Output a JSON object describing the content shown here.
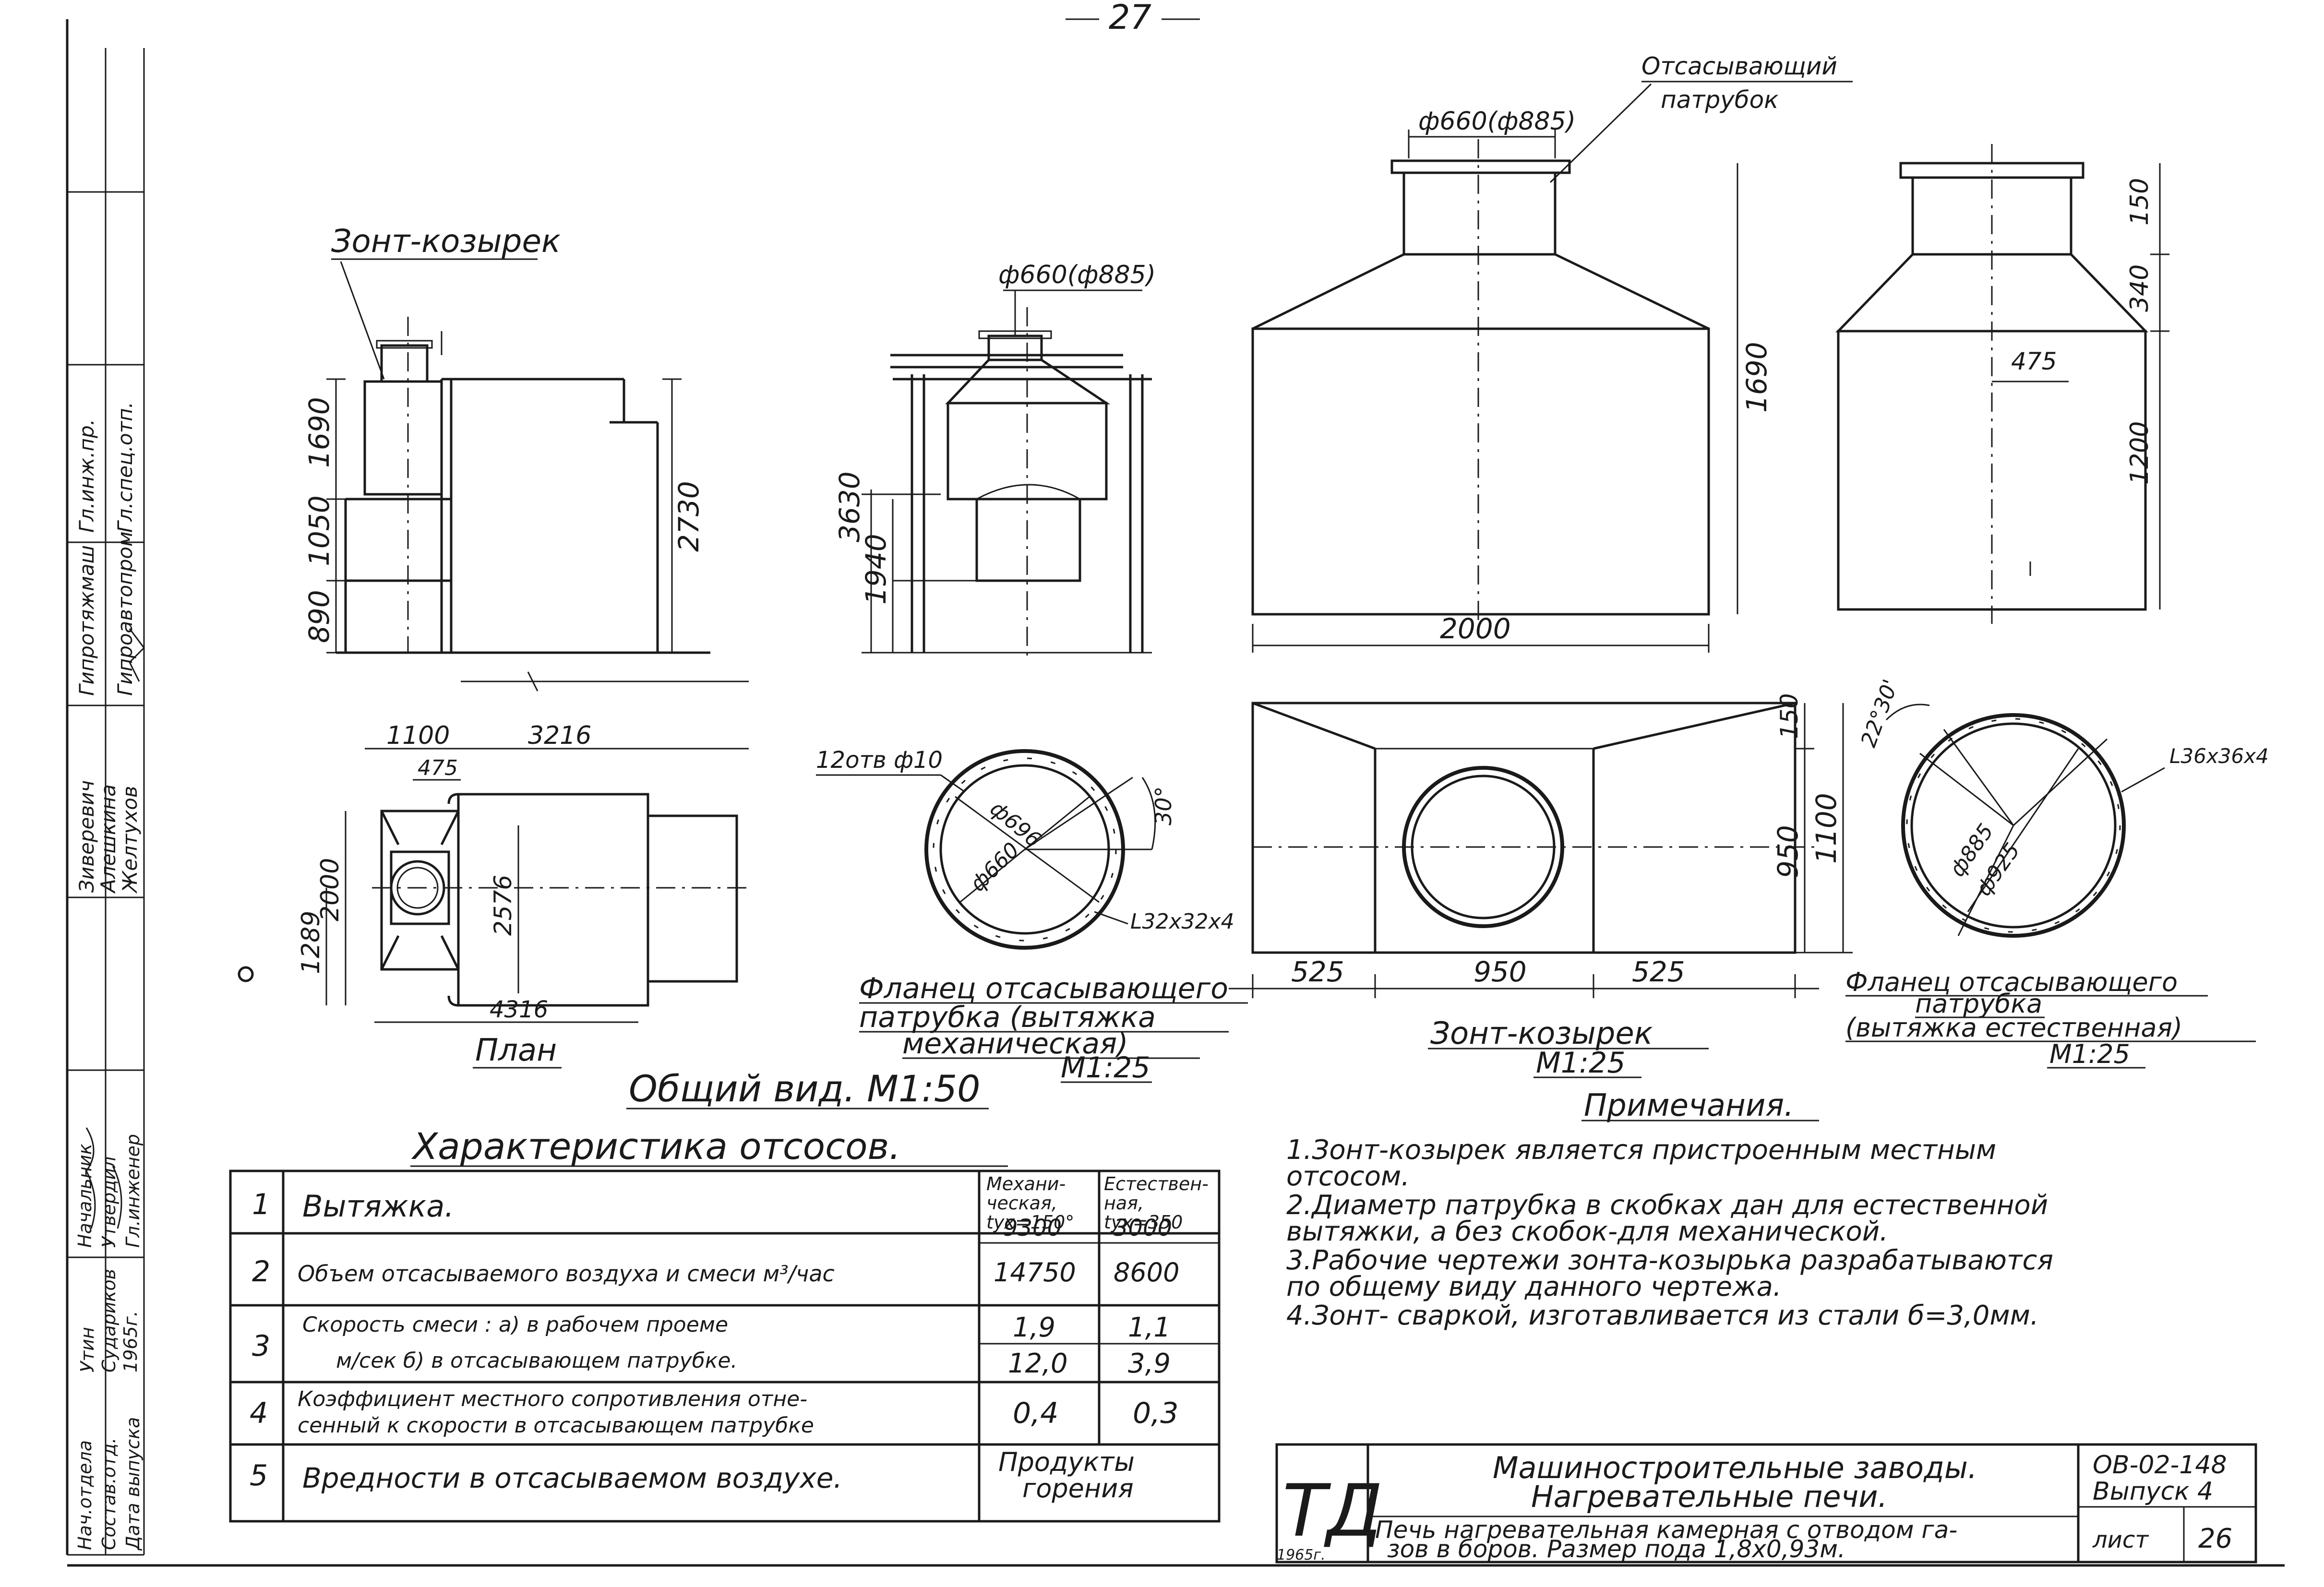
{
  "page_number": "27",
  "exhaust_pipe_label": [
    "Отсасывающий",
    "патрубок"
  ],
  "canopy_label": "Зонт-козырек",
  "side_view": {
    "dims": [
      "1690",
      "1050",
      "890",
      "2730"
    ]
  },
  "front_view": {
    "dia": "ф660(ф885)",
    "dims": [
      "3630",
      "1940"
    ]
  },
  "canopy_front": {
    "dia": "ф660(ф885)",
    "height": "1690",
    "width": "2000"
  },
  "canopy_side": {
    "dims": [
      "150",
      "340",
      "1200"
    ],
    "offset": "475"
  },
  "plan": {
    "dims_top": [
      "1100",
      "3216",
      "475"
    ],
    "dims_left": [
      "2000",
      "1289"
    ],
    "dim_inner": "2576",
    "dim_bottom": "4316",
    "title": "План"
  },
  "flange_mech": {
    "bolts": "12отв ф10",
    "dia_outer": "ф696",
    "dia_inner": "ф660",
    "angle": "30°",
    "profile": "L32х32х4",
    "caption": [
      "Фланец отсасывающего",
      "патрубка (вытяжка",
      "механическая)",
      "М1:25"
    ]
  },
  "canopy_plan": {
    "dims_right": [
      "150",
      "950",
      "1100"
    ],
    "dims_bottom": [
      "525",
      "950",
      "525"
    ],
    "caption": [
      "Зонт-козырек",
      "М1:25"
    ]
  },
  "flange_nat": {
    "angle": "22°30'",
    "profile": "L36х36х4",
    "dia_inner": "ф885",
    "dia_outer": "ф925",
    "caption": [
      "Фланец отсасывающего",
      "патрубка",
      "(вытяжка естественная)",
      "М1:25"
    ]
  },
  "general_view_title": "Общий вид. М1:50",
  "table": {
    "title": "Характеристика отсосов.",
    "col_mech": [
      "Механи-",
      "ческая,",
      "tух=150°"
    ],
    "col_nat": [
      "Естествен-",
      "ная,",
      "tух=350"
    ],
    "rows": [
      {
        "num": "1",
        "label": [
          "Вытяжка."
        ],
        "mech": [],
        "nat": []
      },
      {
        "num": "2",
        "label": [
          "Объем отсасываемого воздуха и смеси м³/час"
        ],
        "mech": [
          "9300",
          "14750"
        ],
        "nat": [
          "3000",
          "8600"
        ]
      },
      {
        "num": "3",
        "label": [
          "Скорость смеси :   а) в рабочем проеме",
          "м/сек          б) в отсасывающем патрубке."
        ],
        "mech": [
          "1,9",
          "12,0"
        ],
        "nat": [
          "1,1",
          "3,9"
        ]
      },
      {
        "num": "4",
        "label": [
          "Коэффициент местного сопротивления отне-",
          "сенный к скорости в отсасывающем патрубке"
        ],
        "mech": [
          "0,4"
        ],
        "nat": [
          "0,3"
        ]
      },
      {
        "num": "5",
        "label": [
          "Вредности в отсасываемом воздухе."
        ],
        "mech": [
          "Продукты",
          "горения"
        ],
        "nat": []
      }
    ]
  },
  "notes": {
    "title": "Примечания.",
    "items": [
      "1.Зонт-козырек является пристроенным местным",
      "   отсосом.",
      "2.Диаметр патрубка в скобках дан для естественной",
      "   вытяжки, а без скобок-для механической.",
      "3.Рабочие чертежи зонта-козырька разрабатываются",
      "   по общему виду данного чертежа.",
      "4.Зонт- сваркой, изготавливается из стали б=3,0мм."
    ]
  },
  "title_block": {
    "logo": "ТД",
    "org": "Машиностроительные заводы.",
    "subject": "Нагревательные печи.",
    "code": "ОВ-02-148",
    "issue": "Выпуск 4",
    "description": [
      "Печь нагревательная камерная с отводом га-",
      "зов в боров. Размер пода 1,8х0,93м."
    ],
    "sheet_label": "лист",
    "sheet_number": "26",
    "year": "1965г."
  },
  "side_stamp": {
    "columns": [
      [
        "Гипротяжмаш",
        "Гипроавтопром"
      ],
      [
        "Гл.инж.пр.",
        "Гл.спец.отп."
      ],
      [
        "Зиверевич",
        "Алешкина",
        "Желтухов"
      ],
      [
        "Начальник",
        "Утвердил",
        "Гл.инженер"
      ],
      [
        "Нач.отдела",
        "Состав.отд.",
        "Дата выпуска"
      ],
      [
        "Утин",
        "Судариков",
        "1965г."
      ]
    ]
  }
}
